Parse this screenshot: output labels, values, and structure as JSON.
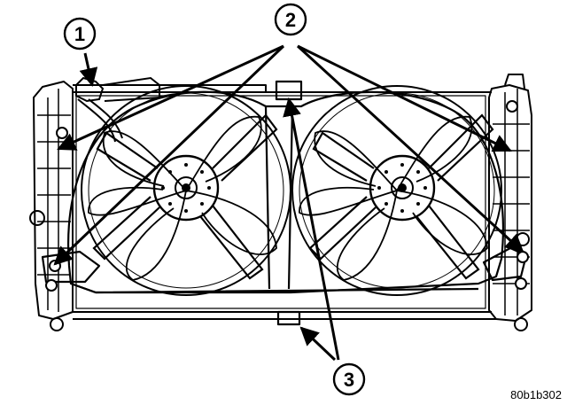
{
  "callouts": [
    {
      "label": "1"
    },
    {
      "label": "2"
    },
    {
      "label": "3"
    }
  ],
  "figure_id": "80b1b302"
}
